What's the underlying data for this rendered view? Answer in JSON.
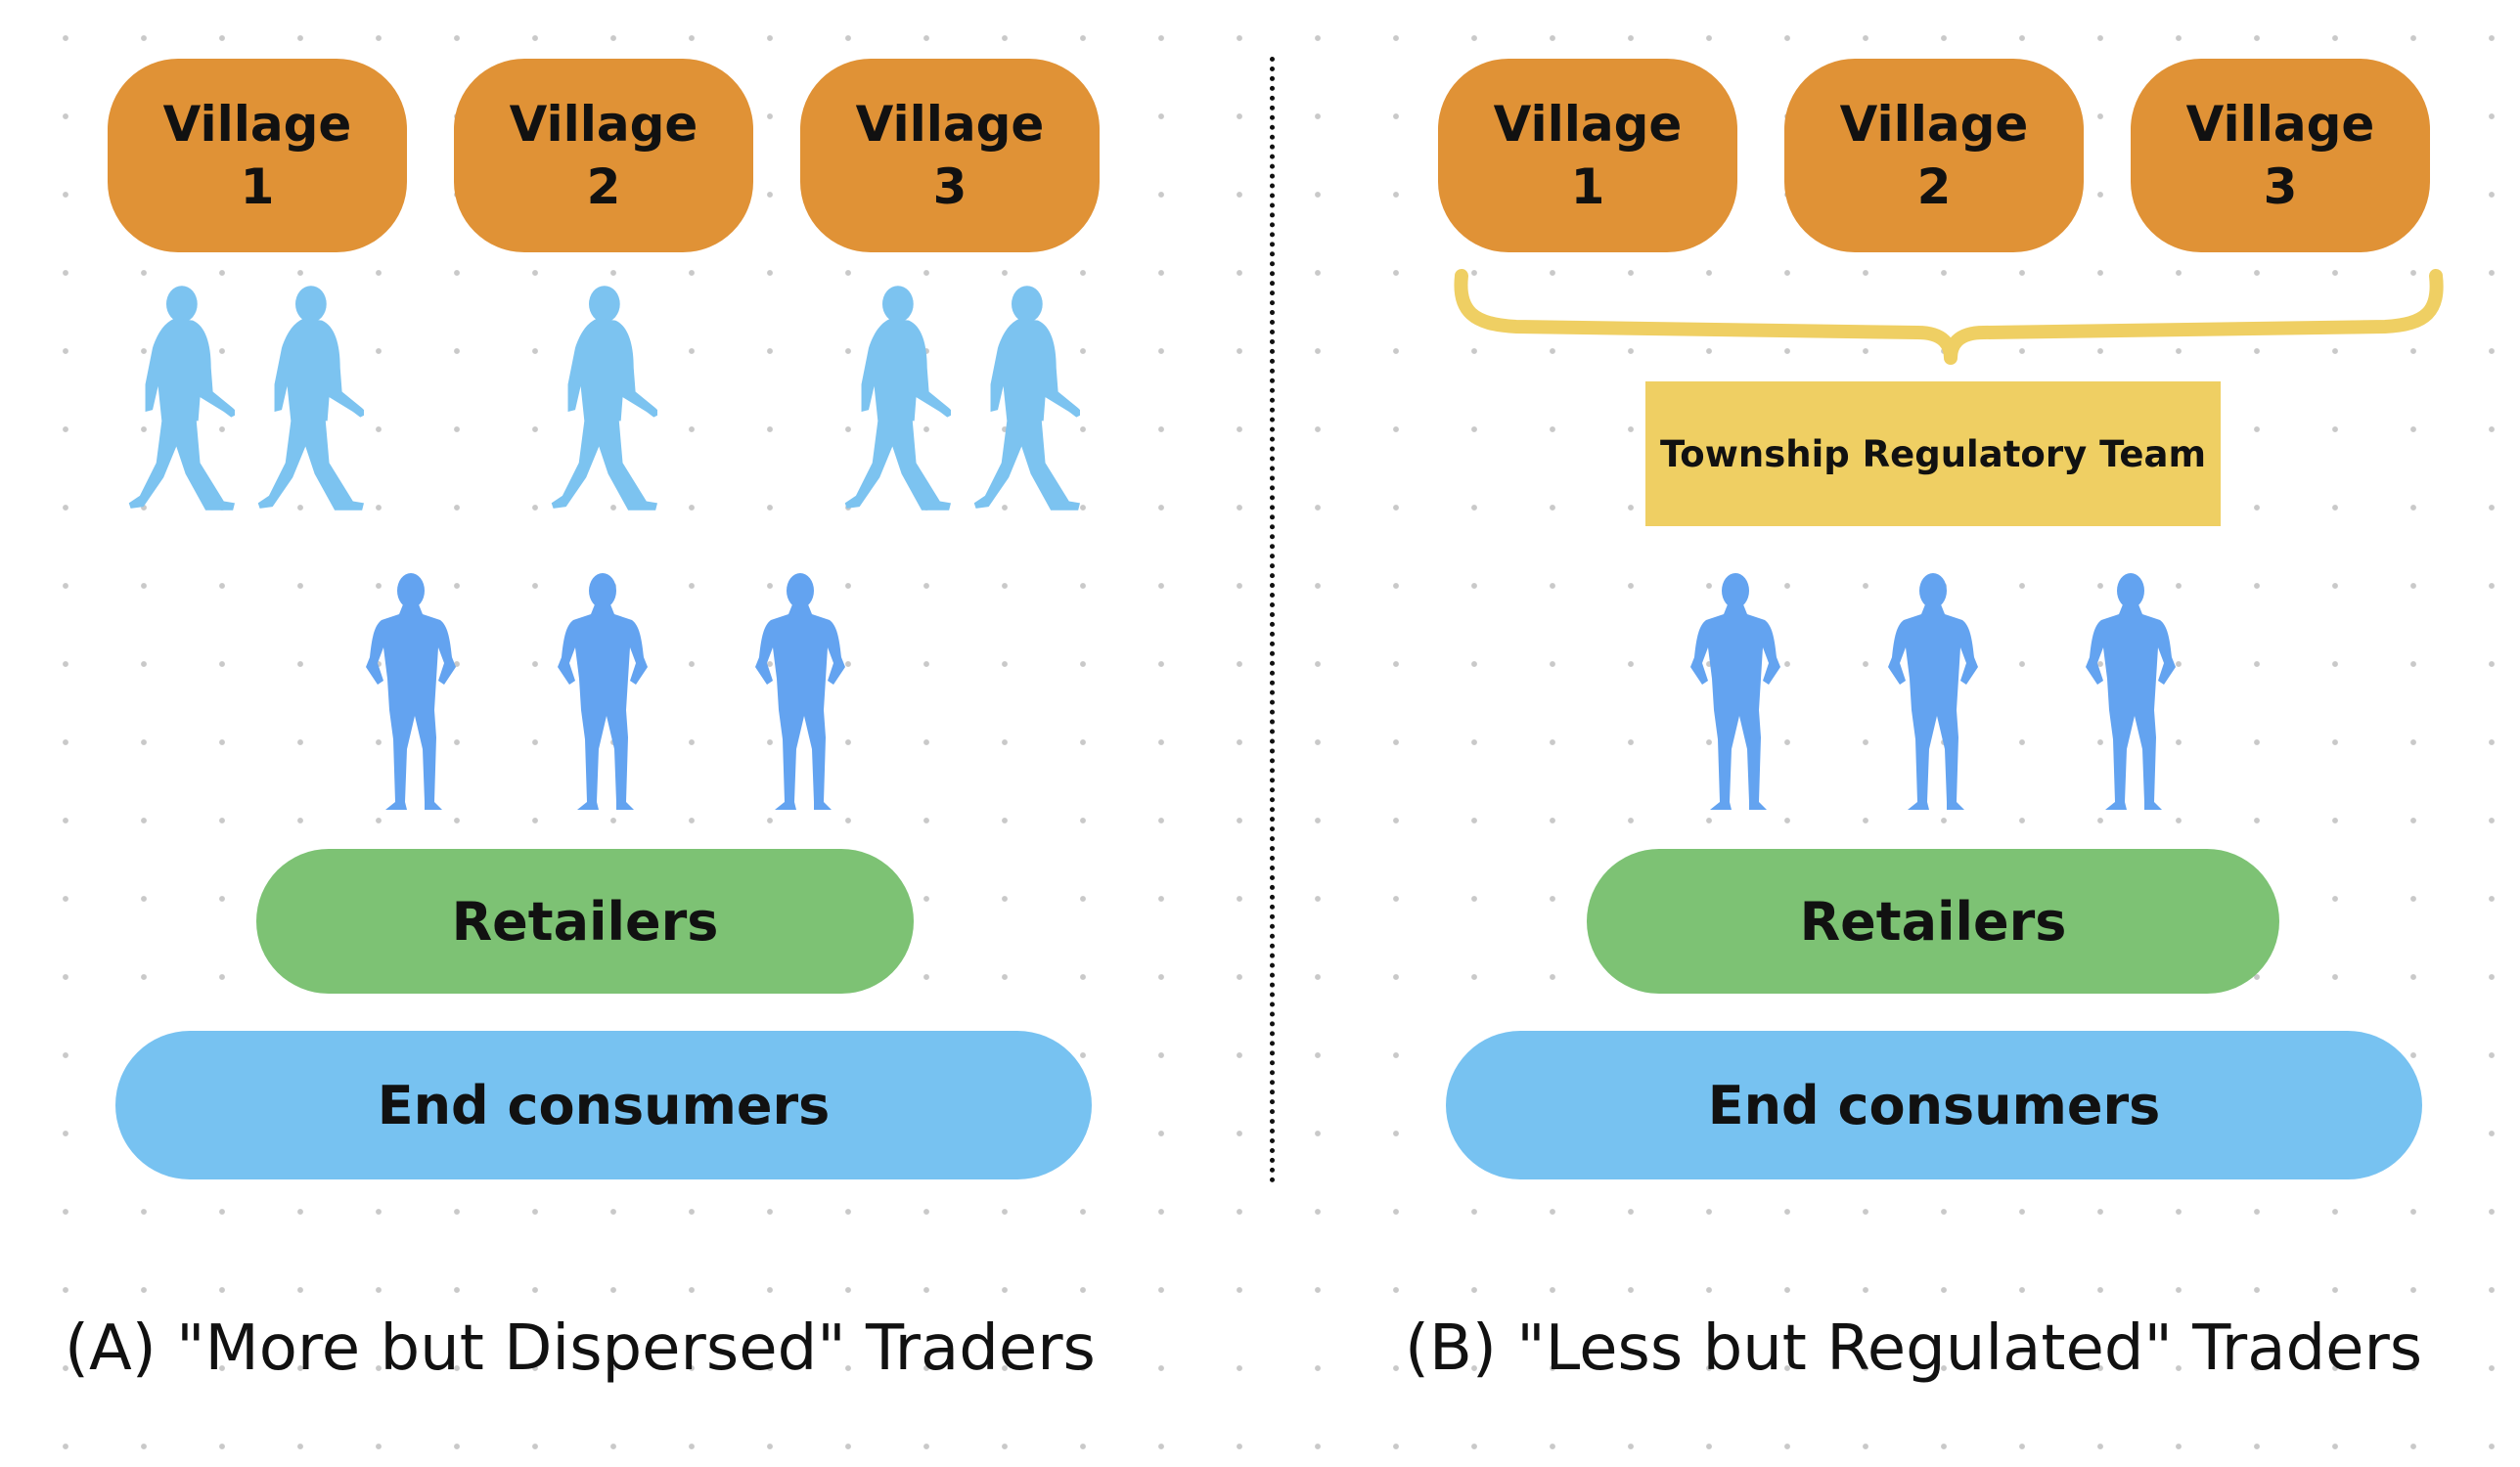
{
  "colors": {
    "village": "#e09236",
    "retailers": "#7dc274",
    "consumers": "#77c2f1",
    "regulatory": "#efcf63",
    "walking_trader": "#7cc3f0",
    "retailer_person": "#63a3f0",
    "brace": "#efcf63"
  },
  "panel_a": {
    "villages": [
      {
        "word": "Village",
        "num": "1"
      },
      {
        "word": "Village",
        "num": "2"
      },
      {
        "word": "Village",
        "num": "3"
      }
    ],
    "traders": {
      "count": 5,
      "icon": "walking-person-icon"
    },
    "retailer_people": {
      "count": 3,
      "icon": "standing-person-icon"
    },
    "retailers_label": "Retailers",
    "consumers_label": "End consumers",
    "caption": "(A) \"More but Dispersed\" Traders"
  },
  "panel_b": {
    "villages": [
      {
        "word": "Village",
        "num": "1"
      },
      {
        "word": "Village",
        "num": "2"
      },
      {
        "word": "Village",
        "num": "3"
      }
    ],
    "regulatory_label": "Township Regulatory Team",
    "retailer_people": {
      "count": 3,
      "icon": "standing-person-icon"
    },
    "retailers_label": "Retailers",
    "consumers_label": "End consumers",
    "caption": "(B) \"Less but Regulated\" Traders"
  }
}
